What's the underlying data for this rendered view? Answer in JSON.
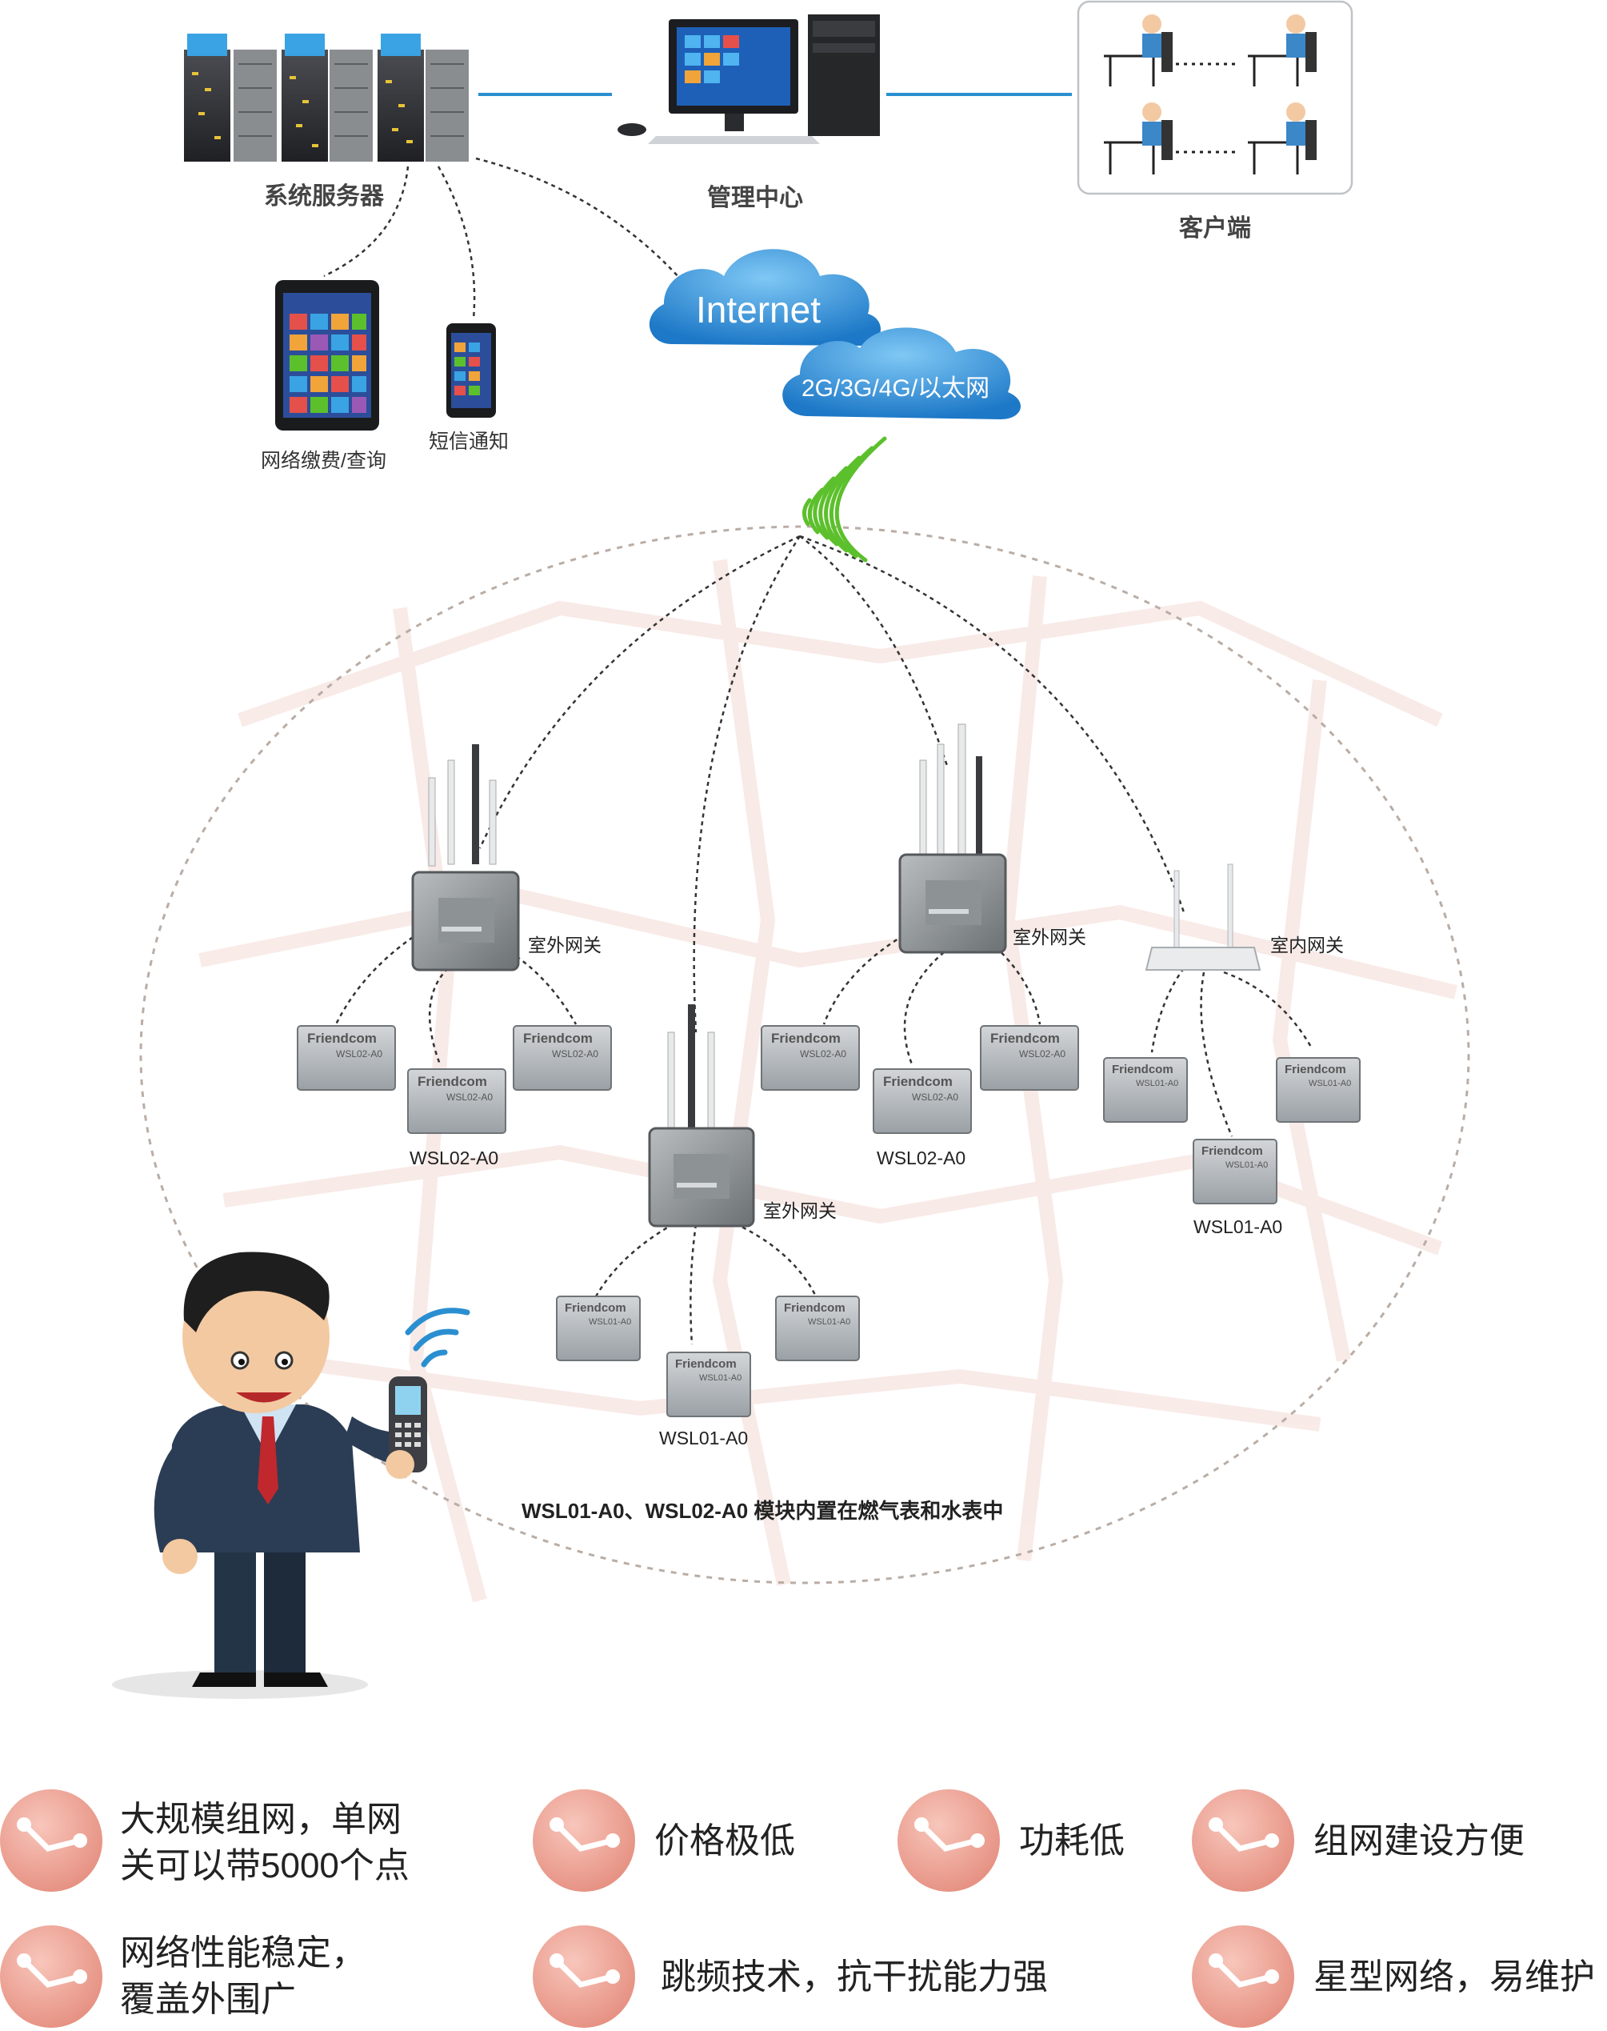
{
  "top": {
    "server_label": "系统服务器",
    "management_label": "管理中心",
    "client_label": "客户端"
  },
  "mobile": {
    "tablet_label": "网络缴费/查询",
    "phone_label": "短信通知"
  },
  "cloud": {
    "internet_label": "Internet",
    "network_label": "2G/3G/4G/以太网"
  },
  "gateways": {
    "outdoor_label": "室外网关",
    "indoor_label": "室内网关"
  },
  "modules": {
    "wsl02_label": "WSL02-A0",
    "wsl01_label": "WSL01-A0",
    "brand": "Friendcom",
    "model_wsl02": "WSL02-A0",
    "model_wsl01": "WSL01-A0"
  },
  "caption": "WSL01-A0、WSL02-A0 模块内置在燃气表和水表中",
  "features": [
    {
      "line1": "大规模组网，单网",
      "line2": "关可以带5000个点"
    },
    {
      "line1": "价格极低",
      "line2": ""
    },
    {
      "line1": "功耗低",
      "line2": ""
    },
    {
      "line1": "组网建设方便",
      "line2": ""
    },
    {
      "line1": "网络性能稳定，",
      "line2": "覆盖外围广"
    },
    {
      "line1": "跳频技术，抗干扰能力强",
      "line2": ""
    },
    {
      "line1": "星型网络，易维护",
      "line2": ""
    }
  ],
  "colors": {
    "link_blue": "#2a8fd0",
    "cloud_blue": "#2b8ad6",
    "feature_pink": "#eea092",
    "signal_green": "#5cc02c"
  }
}
